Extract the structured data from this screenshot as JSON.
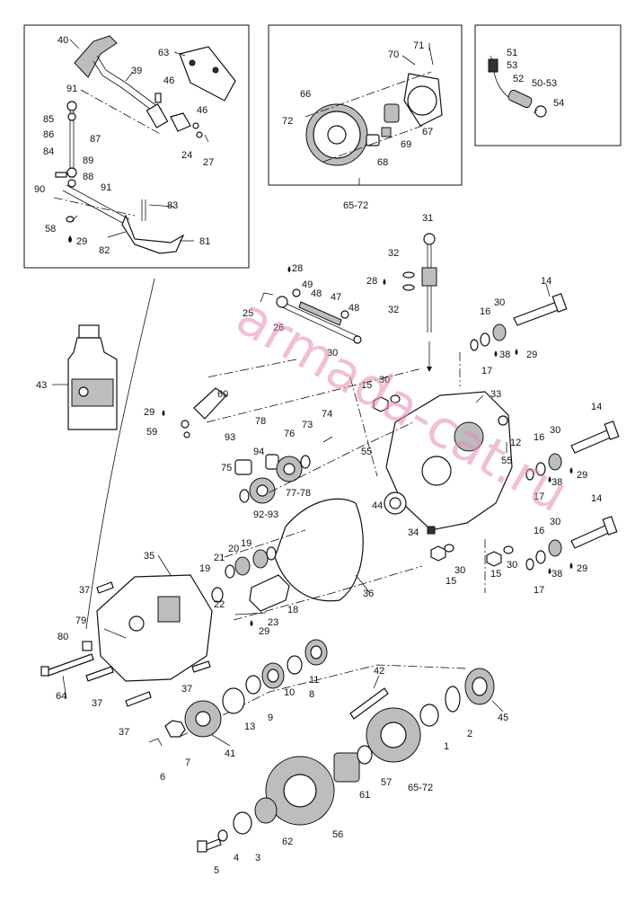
{
  "watermark": "armada-cat.ru",
  "callouts": {
    "n1": "1",
    "n2": "2",
    "n3": "3",
    "n4": "4",
    "n5": "5",
    "n6": "6",
    "n7": "7",
    "n8": "8",
    "n9": "9",
    "n10": "10",
    "n11": "11",
    "n12": "12",
    "n13": "13",
    "n14": "14",
    "n15": "15",
    "n16": "16",
    "n17": "17",
    "n18": "18",
    "n19": "19",
    "n20": "20",
    "n21": "21",
    "n22": "22",
    "n23": "23",
    "n24": "24",
    "n25": "25",
    "n26": "26",
    "n27": "27",
    "n28": "28",
    "n29": "29",
    "n30": "30",
    "n31": "31",
    "n32": "32",
    "n33": "33",
    "n34": "34",
    "n35": "35",
    "n36": "36",
    "n37": "37",
    "n38": "38",
    "n39": "39",
    "n40": "40",
    "n41": "41",
    "n42": "42",
    "n43": "43",
    "n44": "44",
    "n45": "45",
    "n46": "46",
    "n47": "47",
    "n48": "48",
    "n49": "49",
    "n50_53": "50-53",
    "n51": "51",
    "n52": "52",
    "n53": "53",
    "n54": "54",
    "n55": "55",
    "n56": "56",
    "n57": "57",
    "n58": "58",
    "n59": "59",
    "n60": "60",
    "n61": "61",
    "n62": "62",
    "n63": "63",
    "n64": "64",
    "n65_72": "65-72",
    "n66": "66",
    "n67": "67",
    "n68": "68",
    "n69": "69",
    "n70": "70",
    "n71": "71",
    "n72": "72",
    "n73": "73",
    "n74": "74",
    "n75": "75",
    "n76": "76",
    "n77_78": "77-78",
    "n78": "78",
    "n79": "79",
    "n80": "80",
    "n81": "81",
    "n82": "82",
    "n83": "83",
    "n84": "84",
    "n85": "85",
    "n86": "86",
    "n87": "87",
    "n88": "88",
    "n89": "89",
    "n90": "90",
    "n91": "91",
    "n92_93": "92-93",
    "n93": "93",
    "n94": "94"
  }
}
